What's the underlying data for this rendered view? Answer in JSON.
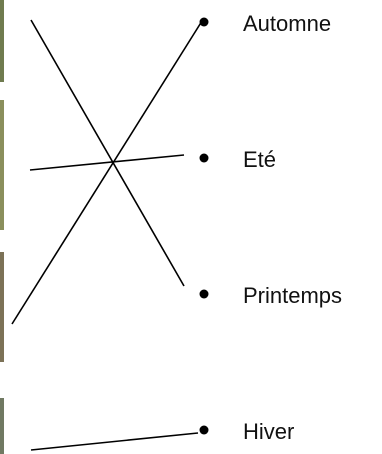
{
  "items": [
    {
      "label": "Automne"
    },
    {
      "label": "Eté"
    },
    {
      "label": "Printemps"
    },
    {
      "label": "Hiver"
    }
  ]
}
